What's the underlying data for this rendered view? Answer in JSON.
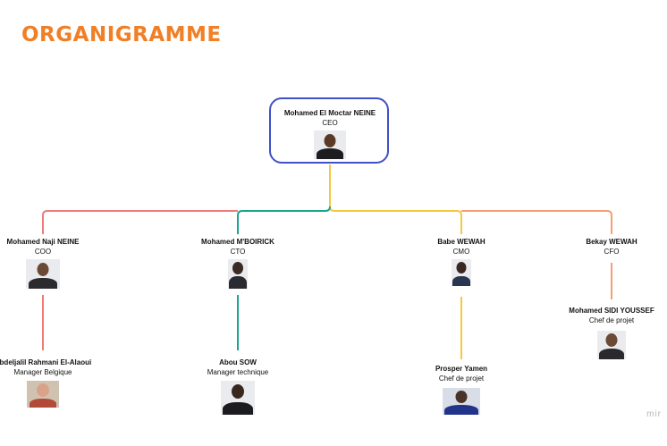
{
  "title": "ORGANIGRAMME",
  "colors": {
    "title": "#f07f26",
    "ceo_border": "#3f51c8",
    "line_red": "#ef7b7b",
    "line_teal": "#1aa58f",
    "line_yellow": "#f5c842",
    "line_orange": "#f3a072"
  },
  "nodes": {
    "ceo": {
      "name": "Mohamed El Moctar NEINE",
      "role": "CEO"
    },
    "coo": {
      "name": "Mohamed Naji NEINE",
      "role": "COO"
    },
    "cto": {
      "name": "Mohamed M'BOIRICK",
      "role": "CTO"
    },
    "cmo": {
      "name": "Babe WEWAH",
      "role": "CMO"
    },
    "cfo": {
      "name": "Bekay WEWAH",
      "role": "CFO"
    },
    "mgr_belgique": {
      "name": "Abdeljalil Rahmani El-Alaoui",
      "role": "Manager Belgique"
    },
    "mgr_tech": {
      "name": "Abou SOW",
      "role": "Manager technique"
    },
    "cp_yamen": {
      "name": "Prosper Yamen",
      "role": "Chef de projet"
    },
    "cp_youssef": {
      "name": "Mohamed SIDI YOUSSEF",
      "role": "Chef de projet"
    }
  },
  "watermark": "mir"
}
